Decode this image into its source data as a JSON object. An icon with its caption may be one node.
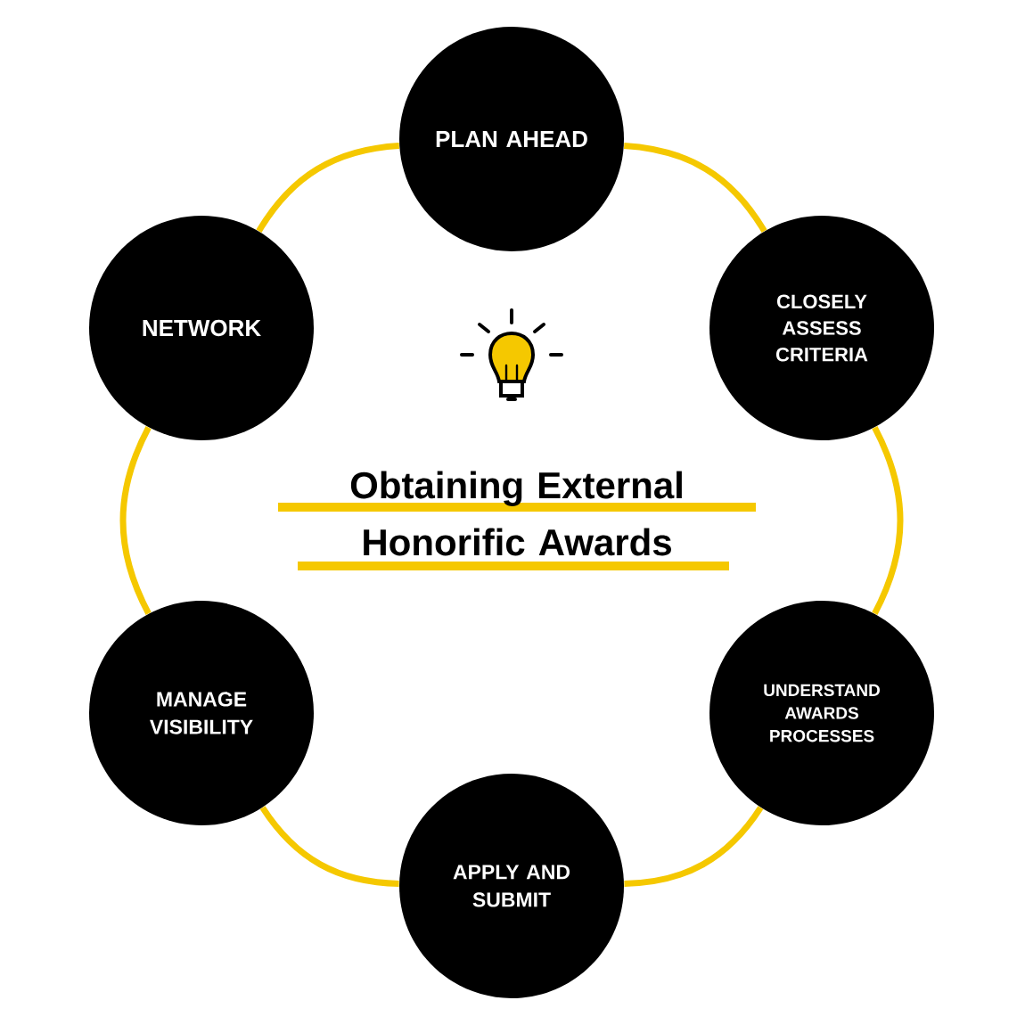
{
  "diagram": {
    "title": "Obtaining External Honorific Awards",
    "nodes": [
      {
        "text": [
          "PLAN AHEAD"
        ]
      },
      {
        "text": [
          "CLOSELY ASSESS CRITERIA"
        ]
      },
      {
        "text": [
          "UNDERSTAND AWARDS PROCESSES"
        ]
      },
      {
        "text": [
          "APPLY AND SUBMIT"
        ]
      },
      {
        "text": [
          "MANAGE VISIBILITY"
        ]
      },
      {
        "text": [
          "NETWORK"
        ]
      }
    ],
    "edges": [
      {
        "from": 0,
        "to": 1,
        "arrow": "none"
      },
      {
        "from": 1,
        "to": 2,
        "arrow": "none"
      },
      {
        "from": 2,
        "to": 3,
        "arrow": "none"
      },
      {
        "from": 3,
        "to": 4,
        "arrow": "none"
      },
      {
        "from": 4,
        "to": 5,
        "arrow": "none"
      },
      {
        "from": 5,
        "to": 0,
        "arrow": "none"
      }
    ]
  }
}
